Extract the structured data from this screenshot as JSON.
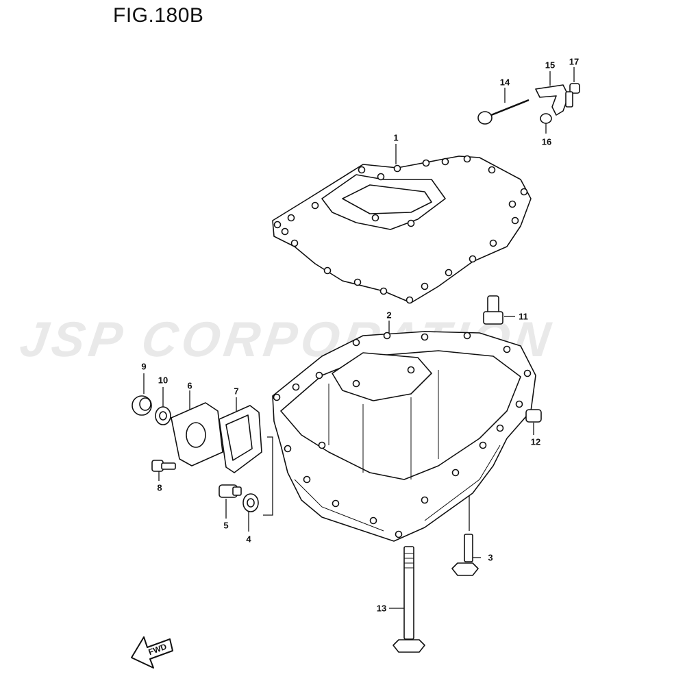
{
  "figure": {
    "title": "FIG.180B"
  },
  "watermark": {
    "text": "JSP CORPORATION"
  },
  "orientation": {
    "label": "FWD"
  },
  "callouts": [
    "1",
    "2",
    "3",
    "4",
    "5",
    "6",
    "7",
    "8",
    "9",
    "10",
    "11",
    "12",
    "13",
    "14",
    "15",
    "16",
    "17"
  ]
}
